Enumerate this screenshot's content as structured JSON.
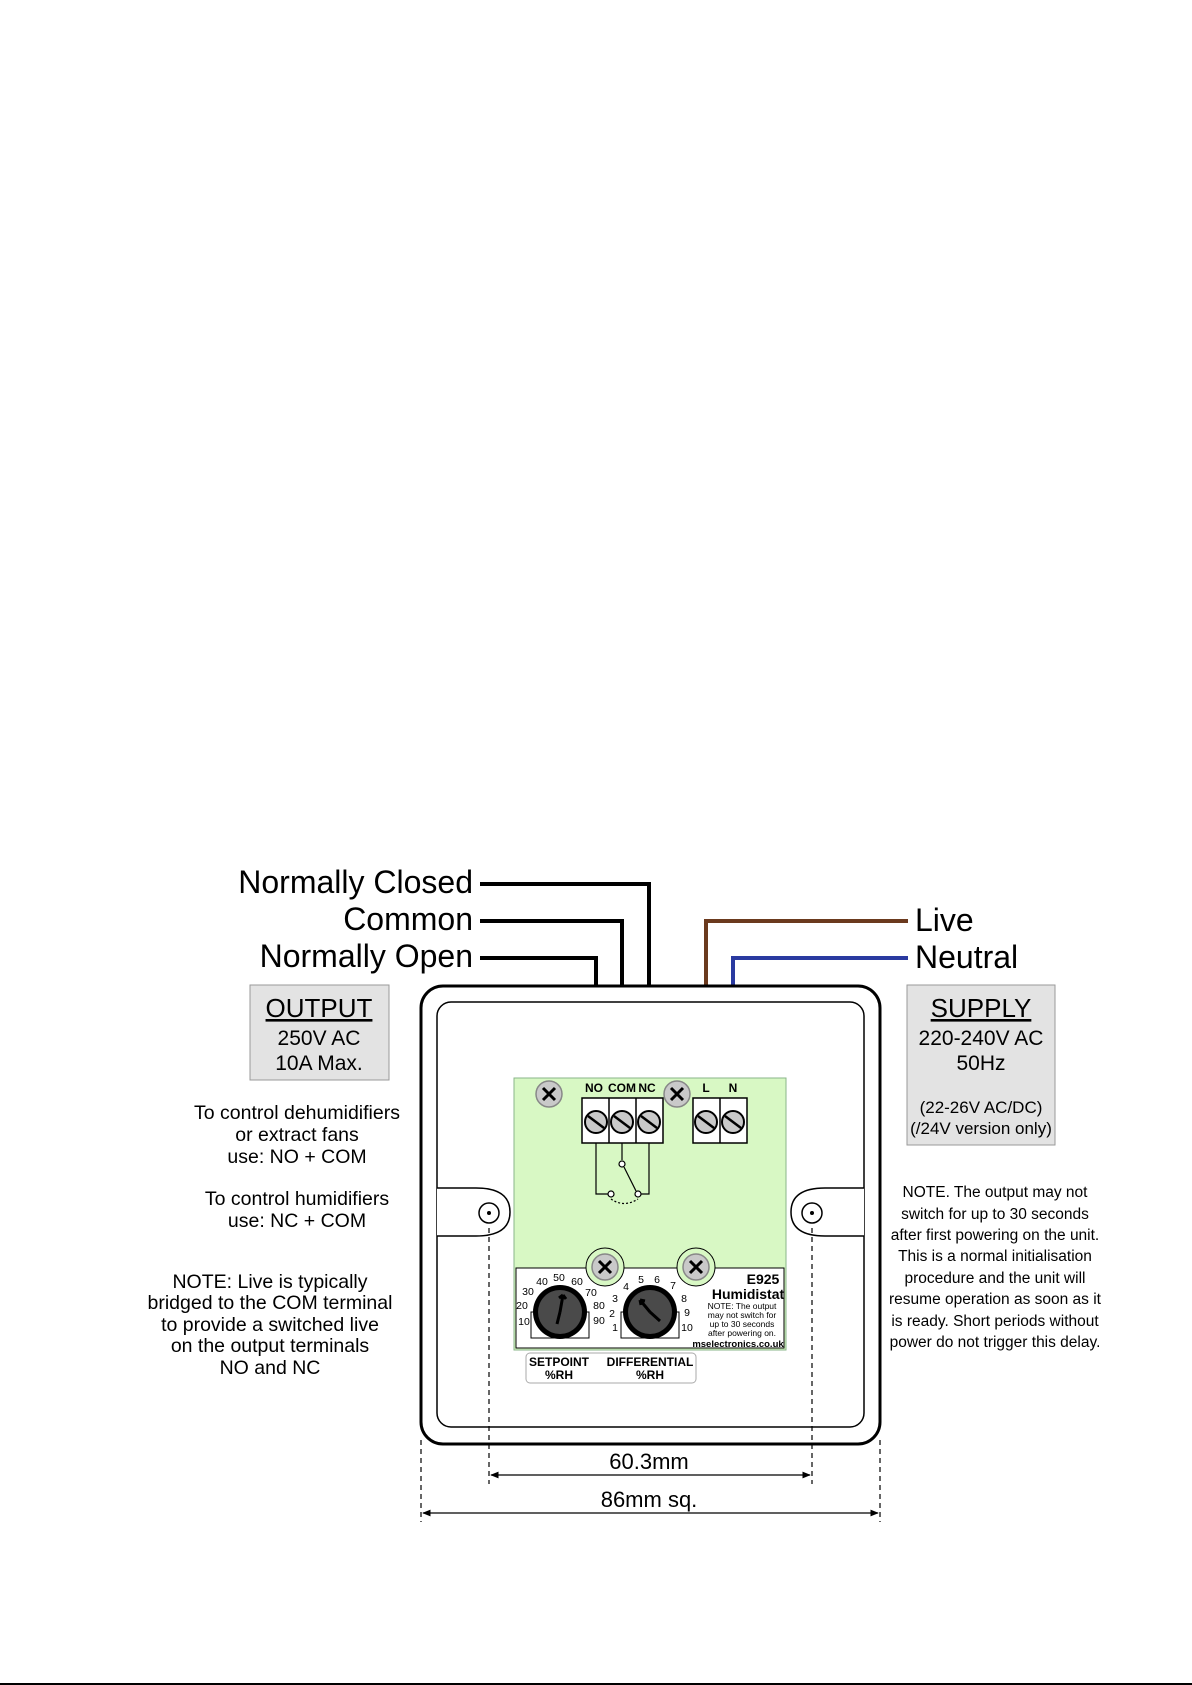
{
  "colors": {
    "live_wire": "#6b3a1e",
    "neutral_wire": "#2a3aa0",
    "pcb": "#d8f8c4",
    "panel_fill": "#e3e3e3",
    "screw_fill": "#c9c9c9"
  },
  "wires": {
    "normally_closed": "Normally Closed",
    "common": "Common",
    "normally_open": "Normally Open",
    "live": "Live",
    "neutral": "Neutral"
  },
  "output_panel": {
    "title": "OUTPUT",
    "lines": [
      "250V AC",
      "10A Max."
    ]
  },
  "supply_panel": {
    "title": "SUPPLY",
    "lines": [
      "220-240V AC",
      "50Hz"
    ],
    "small_lines": [
      "(22-26V AC/DC)",
      "(/24V version only)"
    ]
  },
  "left_notes": {
    "dehumidifier": [
      "To control dehumidifiers",
      "or extract fans",
      "use: NO + COM"
    ],
    "humidifier": [
      "To control humidifiers",
      "use: NC + COM"
    ],
    "live_note": [
      "NOTE:  Live is typically",
      "bridged to the COM terminal",
      "to provide a switched live",
      "on the output terminals",
      "NO and NC"
    ]
  },
  "right_note": [
    "NOTE.  The output may not",
    "switch for up to 30 seconds",
    "after first powering on the unit.",
    "This is a normal initialisation",
    "procedure and the unit will",
    "resume operation as soon as it",
    "is ready.  Short periods without",
    "power do not trigger this delay."
  ],
  "terminals": {
    "output": [
      "NO",
      "COM",
      "NC"
    ],
    "supply": [
      "L",
      "N"
    ]
  },
  "device": {
    "model": "E925",
    "name": "Humidistat",
    "note_lines": [
      "NOTE:  The output",
      "may not switch for",
      "up to 30 seconds",
      "after powering on."
    ],
    "website": "mselectronics.co.uk"
  },
  "setpoint_dial": {
    "label_lines": [
      "SETPOINT",
      "%RH"
    ],
    "scale": [
      "10",
      "20",
      "30",
      "40",
      "50",
      "60",
      "70",
      "80",
      "90"
    ]
  },
  "differential_dial": {
    "label_lines": [
      "DIFFERENTIAL",
      "%RH"
    ],
    "scale": [
      "1",
      "2",
      "3",
      "4",
      "5",
      "6",
      "7",
      "8",
      "9",
      "10"
    ]
  },
  "dimensions": {
    "inner": "60.3mm",
    "outer": "86mm sq."
  }
}
